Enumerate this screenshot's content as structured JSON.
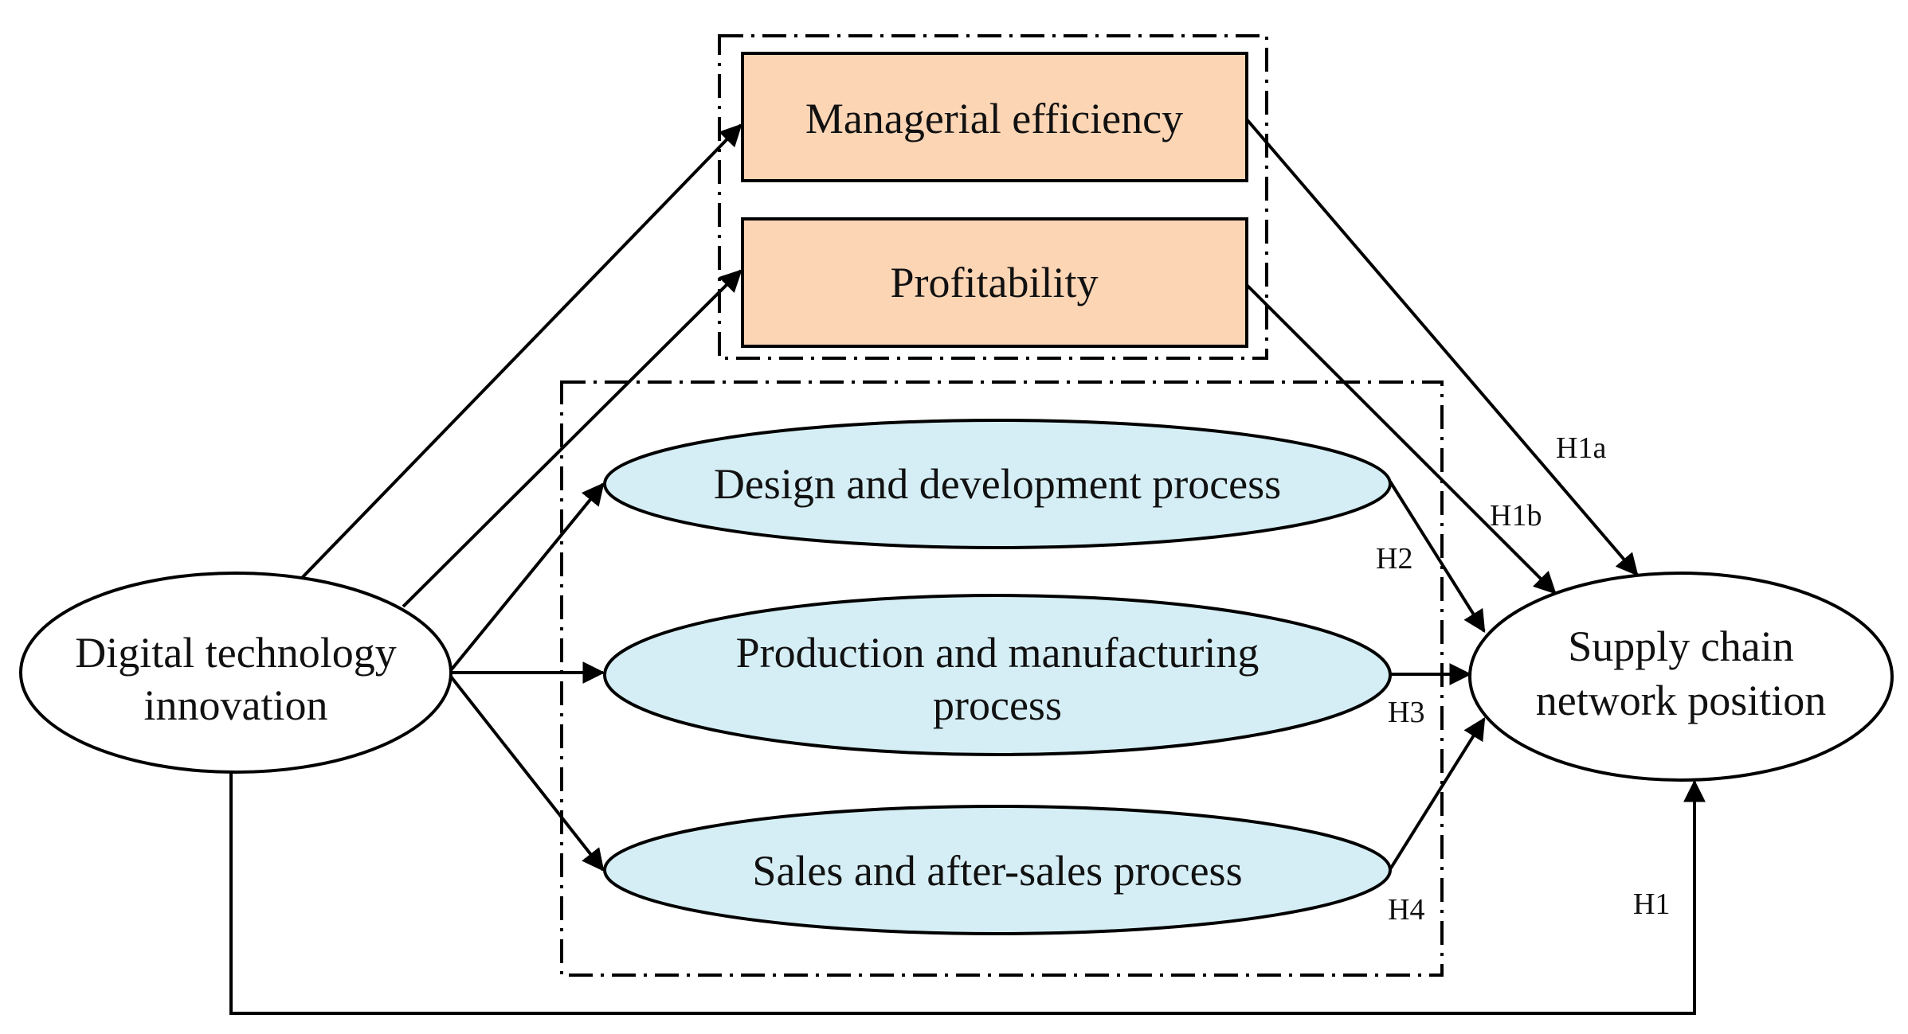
{
  "colors": {
    "rect_fill": "#FCD5B5",
    "ellipse_fill": "#D5EEF5",
    "stroke": "#000000",
    "text": "#111111"
  },
  "nodes": {
    "managerial_efficiency": "Managerial efficiency",
    "profitability": "Profitability",
    "design_development": "Design and development process",
    "production_line1": "Production and manufacturing",
    "production_line2": "process",
    "sales_aftersales": "Sales and after-sales process",
    "dti_line1": "Digital technology",
    "dti_line2": "innovation",
    "scnp_line1": "Supply chain",
    "scnp_line2": "network position"
  },
  "hypotheses": {
    "h1a": "H1a",
    "h1b": "H1b",
    "h2": "H2",
    "h3": "H3",
    "h4": "H4",
    "h1": "H1"
  }
}
